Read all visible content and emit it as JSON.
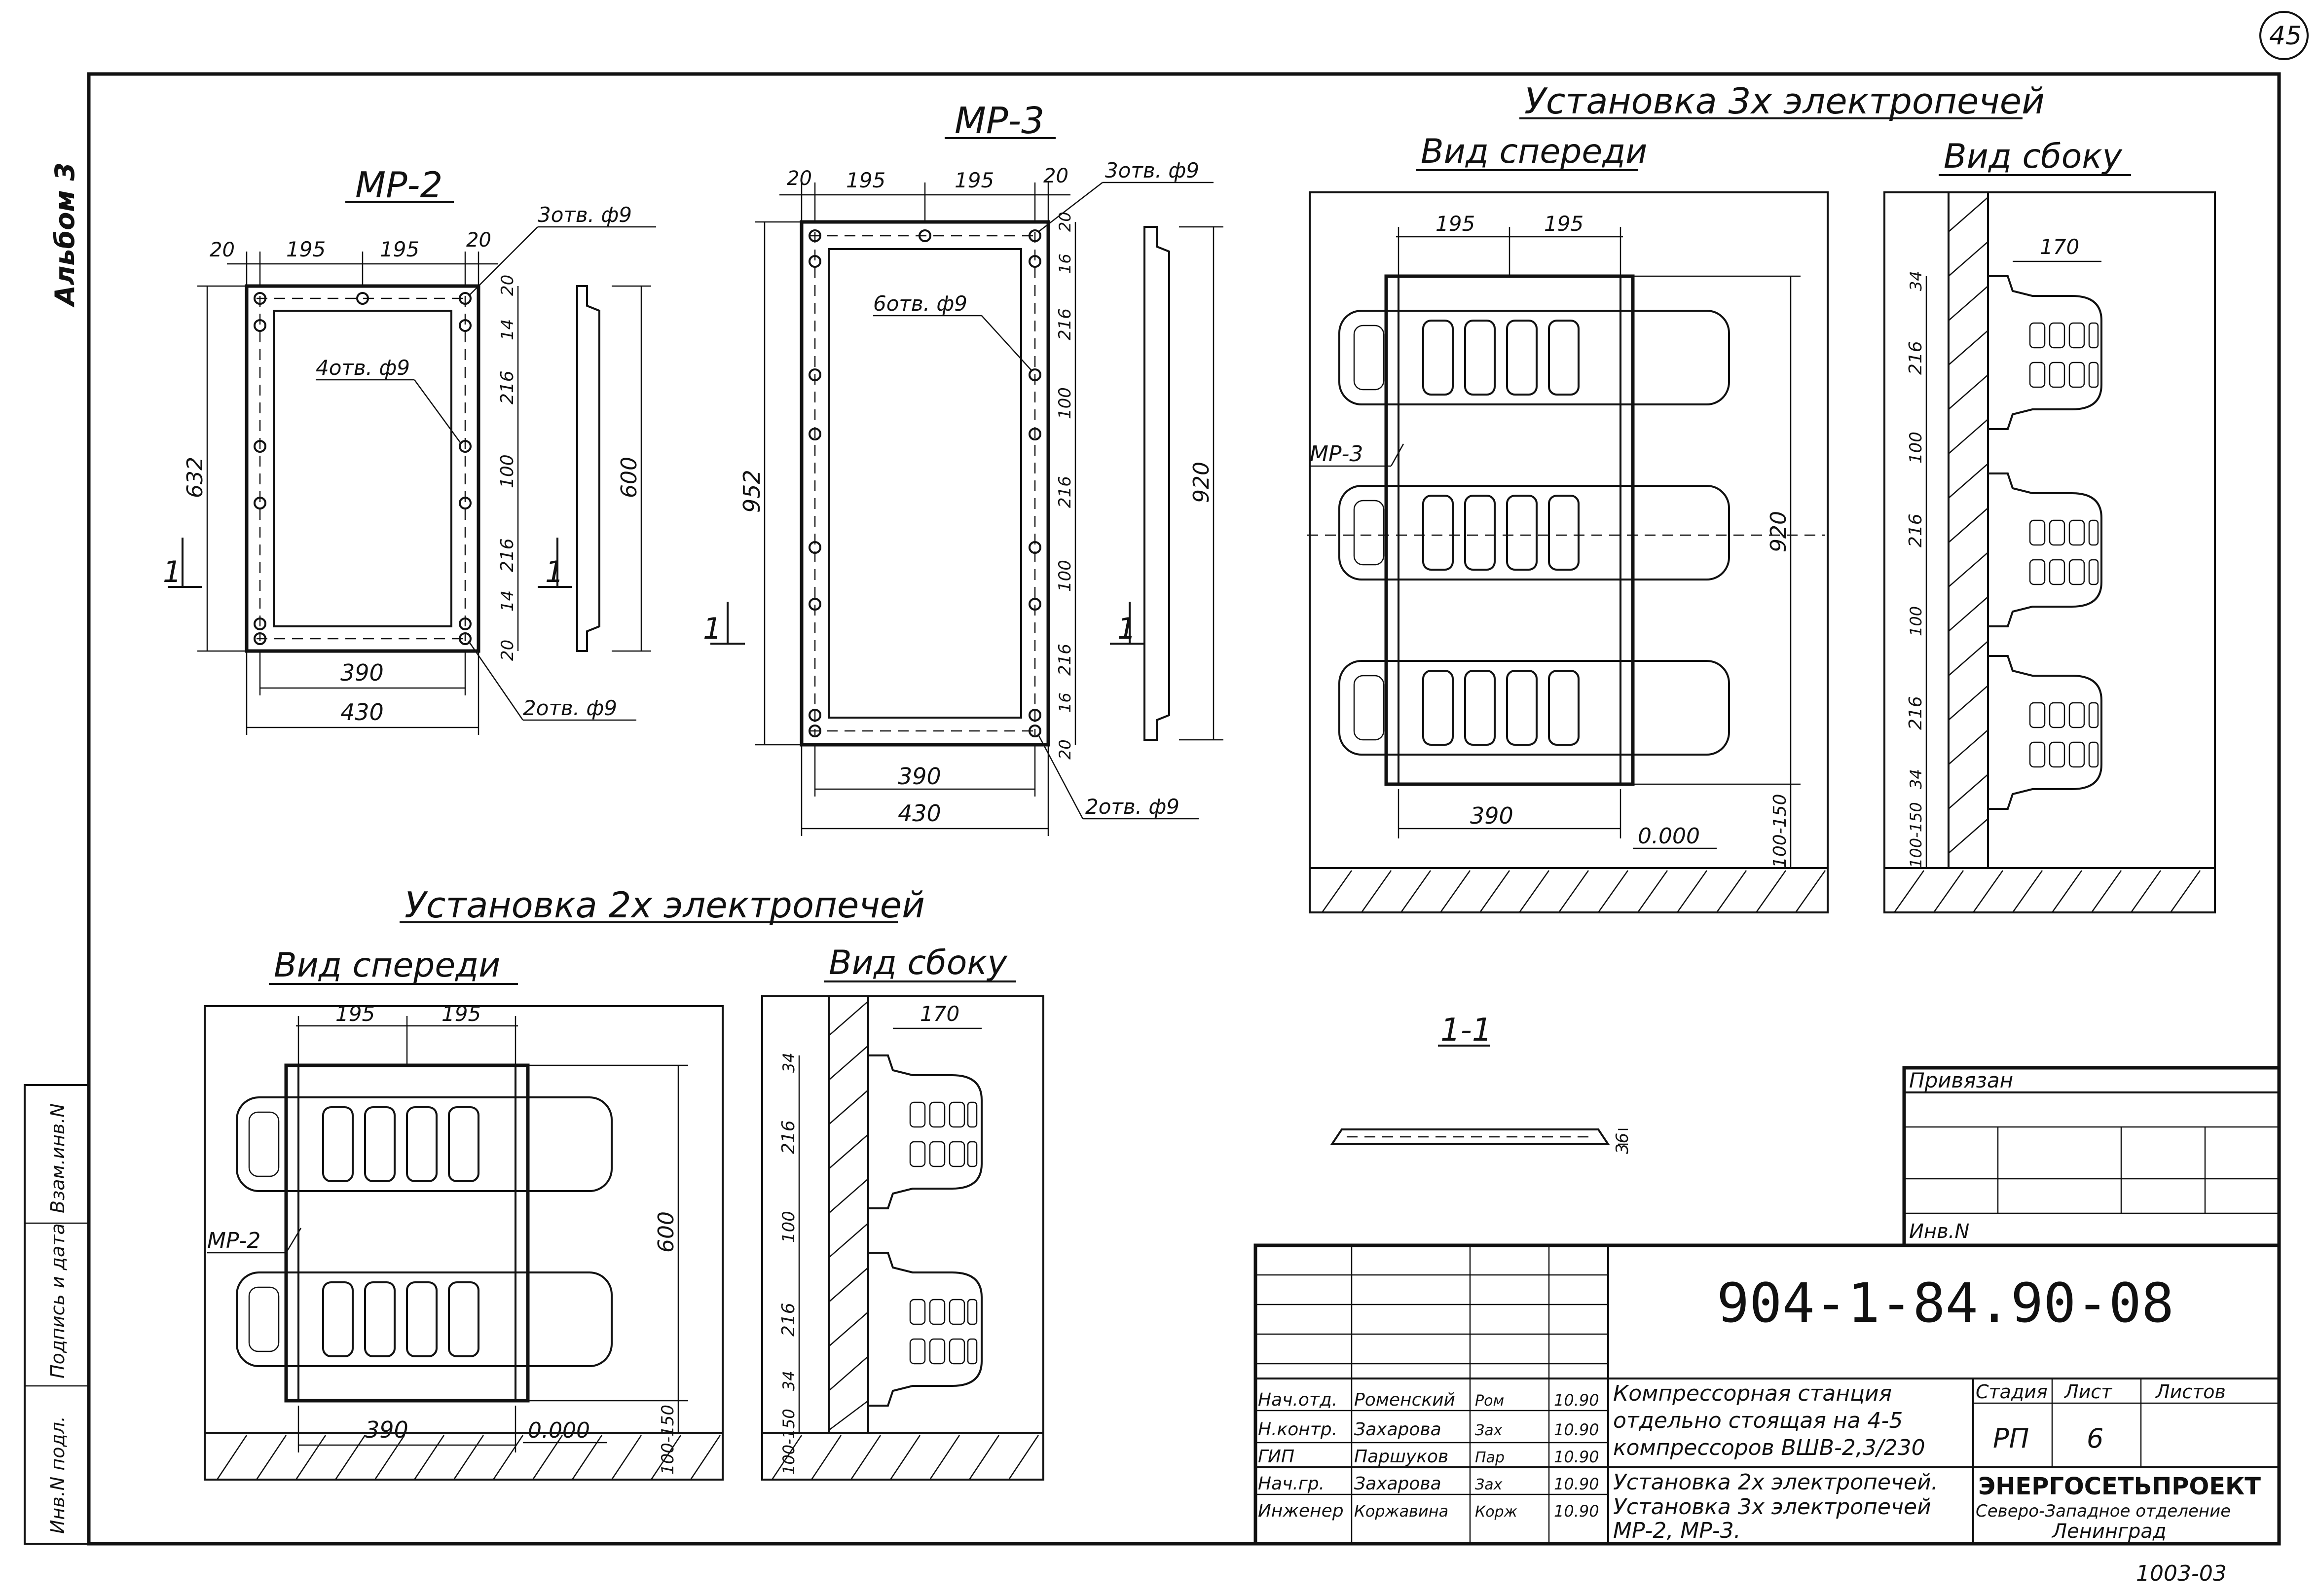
{
  "sheet_number": "45",
  "album_label": "Альбом 3",
  "bottom_code": "1003-03",
  "mr2": {
    "title": "МР-2",
    "dim_top": [
      "20",
      "195",
      "195",
      "20"
    ],
    "holes_top": "3отв. ф9",
    "holes_side": "4отв. ф9",
    "holes_bottom": "2отв. ф9",
    "dim_height": "632",
    "dim_side": [
      "20",
      "14",
      "216",
      "100",
      "216",
      "14",
      "20"
    ],
    "dim_inner": "390",
    "dim_outer": "430",
    "dim_profile": "600",
    "section_mark": "1"
  },
  "mr3": {
    "title": "МР-3",
    "dim_top": [
      "20",
      "195",
      "195",
      "20"
    ],
    "holes_top": "3отв. ф9",
    "holes_side": "6отв. ф9",
    "holes_bottom": "2отв. ф9",
    "dim_height": "952",
    "dim_side": [
      "20",
      "16",
      "216",
      "100",
      "216",
      "100",
      "216",
      "16",
      "20"
    ],
    "dim_inner": "390",
    "dim_outer": "430",
    "dim_profile": "920",
    "section_mark": "1"
  },
  "install3": {
    "title": "Установка 3х электропечей",
    "front_title": "Вид спереди",
    "side_title": "Вид сбоку",
    "dim_top": [
      "195",
      "195"
    ],
    "dim_height": "920",
    "dim_bottom": "390",
    "level": "0.000",
    "gap": "100-150",
    "label": "МР-3",
    "side_width": "170",
    "side_dims": [
      "34",
      "216",
      "100",
      "216",
      "100",
      "216",
      "34",
      "100-150"
    ]
  },
  "install2": {
    "title": "Установка 2х электропечей",
    "front_title": "Вид спереди",
    "side_title": "Вид сбоку",
    "dim_top": [
      "195",
      "195"
    ],
    "dim_height": "600",
    "dim_bottom": "390",
    "level": "0.000",
    "gap": "100-150",
    "label": "МР-2",
    "side_width": "170",
    "side_dims": [
      "34",
      "216",
      "100",
      "216",
      "34",
      "100-150"
    ]
  },
  "section": {
    "title": "1-1",
    "dim": "36"
  },
  "left_strip": [
    "Инв.N подл.",
    "Подпись и дата",
    "Взам.инв.N"
  ],
  "title_block": {
    "privyazan": "Привязан",
    "inv": "Инв.N",
    "designation": "904-1-84.90-08",
    "rows": [
      {
        "role": "Нач.отд.",
        "name": "Роменский",
        "sign": "Ром",
        "date": "10.90"
      },
      {
        "role": "Н.контр.",
        "name": "Захарова",
        "sign": "Зах",
        "date": "10.90"
      },
      {
        "role": "ГИП",
        "name": "Паршуков",
        "sign": "Пар",
        "date": "10.90"
      },
      {
        "role": "Нач.гр.",
        "name": "Захарова",
        "sign": "Зах",
        "date": "10.90"
      },
      {
        "role": "Инженер",
        "name": "Коржавина",
        "sign": "Корж",
        "date": "10.90"
      }
    ],
    "project_title": [
      "Компрессорная станция",
      "отдельно стоящая на 4-5",
      "компрессоров ВШВ-2,3/230"
    ],
    "sheet_title": [
      "Установка 2х электропечей.",
      "Установка 3х электропечей",
      "МР-2, МР-3."
    ],
    "stage_label": "Стадия",
    "sheet_label": "Лист",
    "sheets_label": "Листов",
    "stage": "РП",
    "sheet": "6",
    "org": [
      "ЭНЕРГОСЕТЬПРОЕКТ",
      "Северо-Западное отделение",
      "Ленинград"
    ]
  }
}
